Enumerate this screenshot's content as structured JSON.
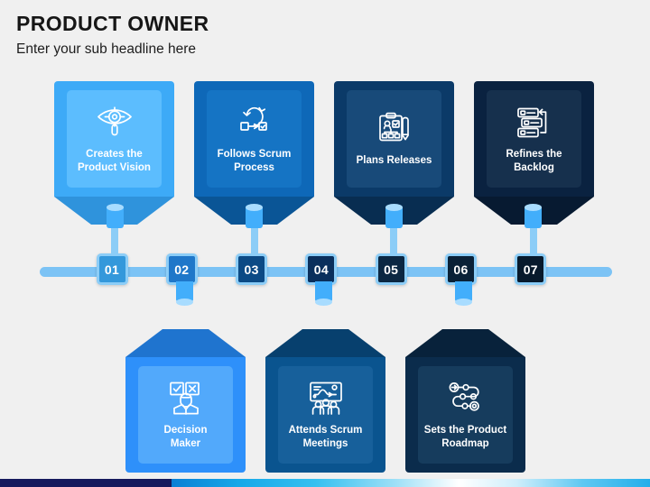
{
  "header": {
    "title": "PRODUCT OWNER",
    "subtitle": "Enter your sub headline here"
  },
  "timeline": {
    "steps": [
      {
        "number": "01",
        "fill": "#3498db",
        "position": "top"
      },
      {
        "number": "02",
        "fill": "#1f77c9",
        "position": "bottom"
      },
      {
        "number": "03",
        "fill": "#0c4a85",
        "position": "top"
      },
      {
        "number": "04",
        "fill": "#0a2f5c",
        "position": "bottom"
      },
      {
        "number": "05",
        "fill": "#0b2742",
        "position": "top"
      },
      {
        "number": "06",
        "fill": "#0a2137",
        "position": "bottom"
      },
      {
        "number": "07",
        "fill": "#081a2c",
        "position": "top"
      }
    ],
    "bar_color": "#7cc3f5",
    "box_border_color": "#8ccdf7"
  },
  "cards_top": [
    {
      "label": "Creates the\nProduct Vision",
      "icon": "vision-eye-target-icon",
      "outer": "#3daaf7",
      "inner": "#5cbdfe",
      "tail": "#2f93dc"
    },
    {
      "label": "Follows Scrum\nProcess",
      "icon": "scrum-cycle-arrow-icon",
      "outer": "#0e68b8",
      "inner": "#1574c4",
      "tail": "#0a5596"
    },
    {
      "label": "Plans Releases",
      "icon": "clipboard-pen-icon",
      "outer": "#0b3a68",
      "inner": "#184a79",
      "tail": "#082d51"
    },
    {
      "label": "Refines the\nBacklog",
      "icon": "backlog-list-refresh-icon",
      "outer": "#0a2240",
      "inner": "#16304d",
      "tail": "#071a31"
    }
  ],
  "cards_bottom": [
    {
      "label": "Decision\nMaker",
      "icon": "decision-person-checkcross-icon",
      "outer": "#2e90fa",
      "inner": "#52a9fb",
      "tail": "#1f74cf"
    },
    {
      "label": "Attends Scrum\nMeetings",
      "icon": "meeting-people-board-icon",
      "outer": "#0a548f",
      "inner": "#17609b",
      "tail": "#07406e"
    },
    {
      "label": "Sets the Product\nRoadmap",
      "icon": "roadmap-path-nodes-icon",
      "outer": "#0b2c4c",
      "inner": "#163c5d",
      "tail": "#08223b"
    }
  ],
  "footer": {
    "left_color": "#15195c",
    "gradient": "blue-cyan-white-gradient"
  }
}
